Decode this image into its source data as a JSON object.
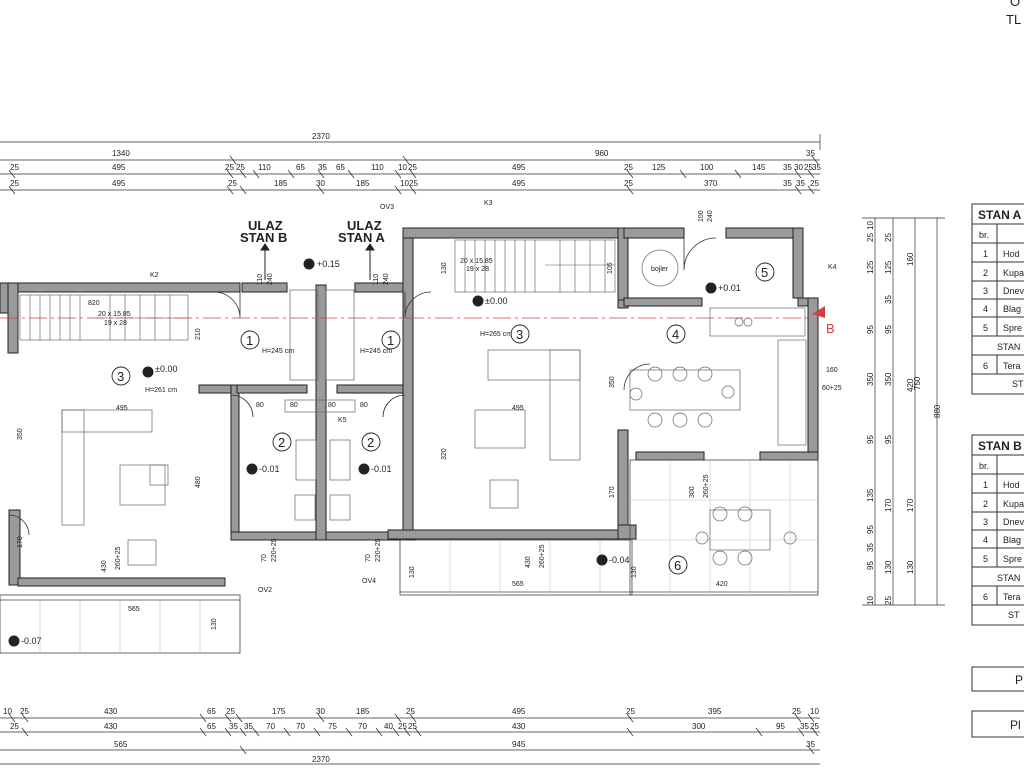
{
  "corner_text": [
    "O",
    "TL"
  ],
  "overall_dims": {
    "top": "2370",
    "bottom": "2370"
  },
  "top_dim_rows": [
    [
      "1340",
      "960",
      "35"
    ],
    [
      "25",
      "495",
      "25",
      "25",
      "110",
      "65",
      "35",
      "65",
      "110",
      "10",
      "25",
      "495",
      "25",
      "125",
      "100",
      "145",
      "35",
      "30",
      "25",
      "35"
    ],
    [
      "25",
      "495",
      "25",
      "185",
      "30",
      "185",
      "10",
      "25",
      "495",
      "25",
      "370",
      "35",
      "35",
      "25"
    ]
  ],
  "bottom_dim_rows": [
    [
      "10",
      "25",
      "430",
      "65",
      "25",
      "175",
      "30",
      "185",
      "25",
      "495",
      "25",
      "395",
      "25",
      "10"
    ],
    [
      "25",
      "430",
      "65",
      "35",
      "35",
      "70",
      "70",
      "75",
      "70",
      "40",
      "25",
      "25",
      "430",
      "300",
      "95",
      "35",
      "25"
    ],
    [
      "565",
      "945",
      "35"
    ]
  ],
  "right_dims": {
    "col1": [
      "10",
      "25",
      "125",
      "95",
      "350",
      "95",
      "135",
      "95",
      "35",
      "95",
      "10"
    ],
    "col2": [
      "25",
      "125",
      "35",
      "95",
      "350",
      "95",
      "170",
      "130",
      "25"
    ],
    "col3": [
      "160",
      "420",
      "170",
      "130"
    ],
    "col4": [
      "750",
      "880"
    ]
  },
  "entrances": [
    {
      "line1": "ULAZ",
      "line2": "STAN B"
    },
    {
      "line1": "ULAZ",
      "line2": "STAN A"
    }
  ],
  "rooms": [
    "1",
    "1",
    "2",
    "2",
    "3",
    "3",
    "4",
    "5",
    "6"
  ],
  "levels": [
    "+0.15",
    "±0.00",
    "±0.00",
    "-0.01",
    "-0.01",
    "+0.01",
    "-0.04",
    "-0.07"
  ],
  "labels": {
    "k2": "K2",
    "k3": "K3",
    "k4": "K4",
    "k5": "K5",
    "ov2": "OV2",
    "ov3": "OV3",
    "ov4": "OV4",
    "section": "B",
    "stair1": "20 x 15.85",
    "stair1b": "19 x 28",
    "stair2": "20 x 15.85",
    "stair2b": "19 x 28",
    "height1": "H=245 cm",
    "height2": "H=245 cm",
    "height3": "H=265 cm",
    "height4": "H=261 cm",
    "bojler": "bojler",
    "wall_dims": [
      "820",
      "210",
      "495",
      "350",
      "480",
      "170",
      "430",
      "260+25",
      "110",
      "240",
      "110",
      "240",
      "80",
      "80",
      "80",
      "80",
      "495",
      "350",
      "430",
      "260+25",
      "130",
      "565",
      "300",
      "260+25",
      "420",
      "130",
      "565",
      "130",
      "70",
      "220+25",
      "70",
      "220+25",
      "105",
      "100",
      "240",
      "160",
      "60+25",
      "170",
      "320",
      "130"
    ]
  },
  "table_a": {
    "title": "STAN A",
    "col_header": "br.",
    "rows": [
      {
        "no": "1",
        "name": "Hod"
      },
      {
        "no": "2",
        "name": "Kupa"
      },
      {
        "no": "3",
        "name": "Dnev"
      },
      {
        "no": "4",
        "name": "Blag"
      },
      {
        "no": "5",
        "name": "Spre"
      }
    ],
    "subtotal": "STAN",
    "terrace": {
      "no": "6",
      "name": "Tera"
    },
    "total": "ST"
  },
  "table_b": {
    "title": "STAN B",
    "col_header": "br.",
    "rows": [
      {
        "no": "1",
        "name": "Hod"
      },
      {
        "no": "2",
        "name": "Kupa"
      },
      {
        "no": "3",
        "name": "Dnev"
      },
      {
        "no": "4",
        "name": "Blag"
      },
      {
        "no": "5",
        "name": "Spre"
      }
    ],
    "subtotal": "STAN",
    "terrace": {
      "no": "6",
      "name": "Tera"
    },
    "total": "ST"
  },
  "bottom_boxes": [
    "P",
    "Pl"
  ],
  "colors": {
    "wall": "#9a9a9a",
    "wall_edge": "#222222",
    "section_line": "#d04040",
    "line": "#333333"
  }
}
